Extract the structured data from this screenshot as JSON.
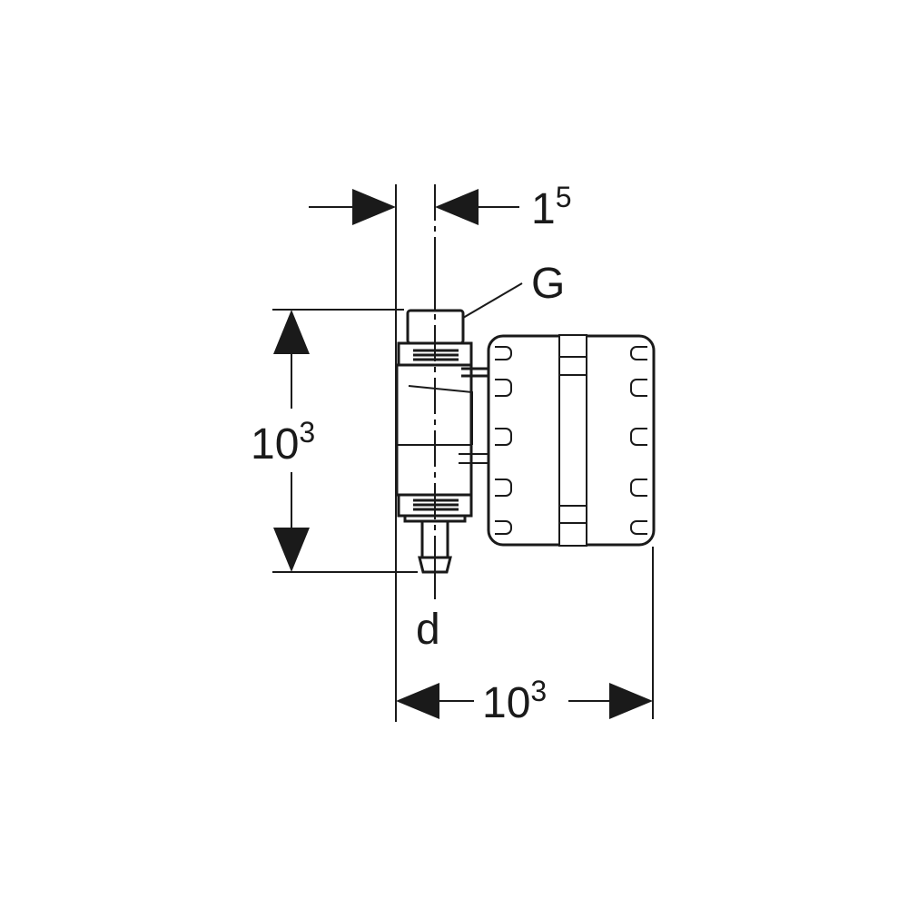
{
  "labels": {
    "offset": {
      "main": "1",
      "sup": "5"
    },
    "thread": "G",
    "diameter": "d",
    "height": {
      "main": "10",
      "sup": "3"
    },
    "width": {
      "main": "10",
      "sup": "3"
    }
  },
  "colors": {
    "ink": "#1a1a1a",
    "background": "#ffffff"
  }
}
